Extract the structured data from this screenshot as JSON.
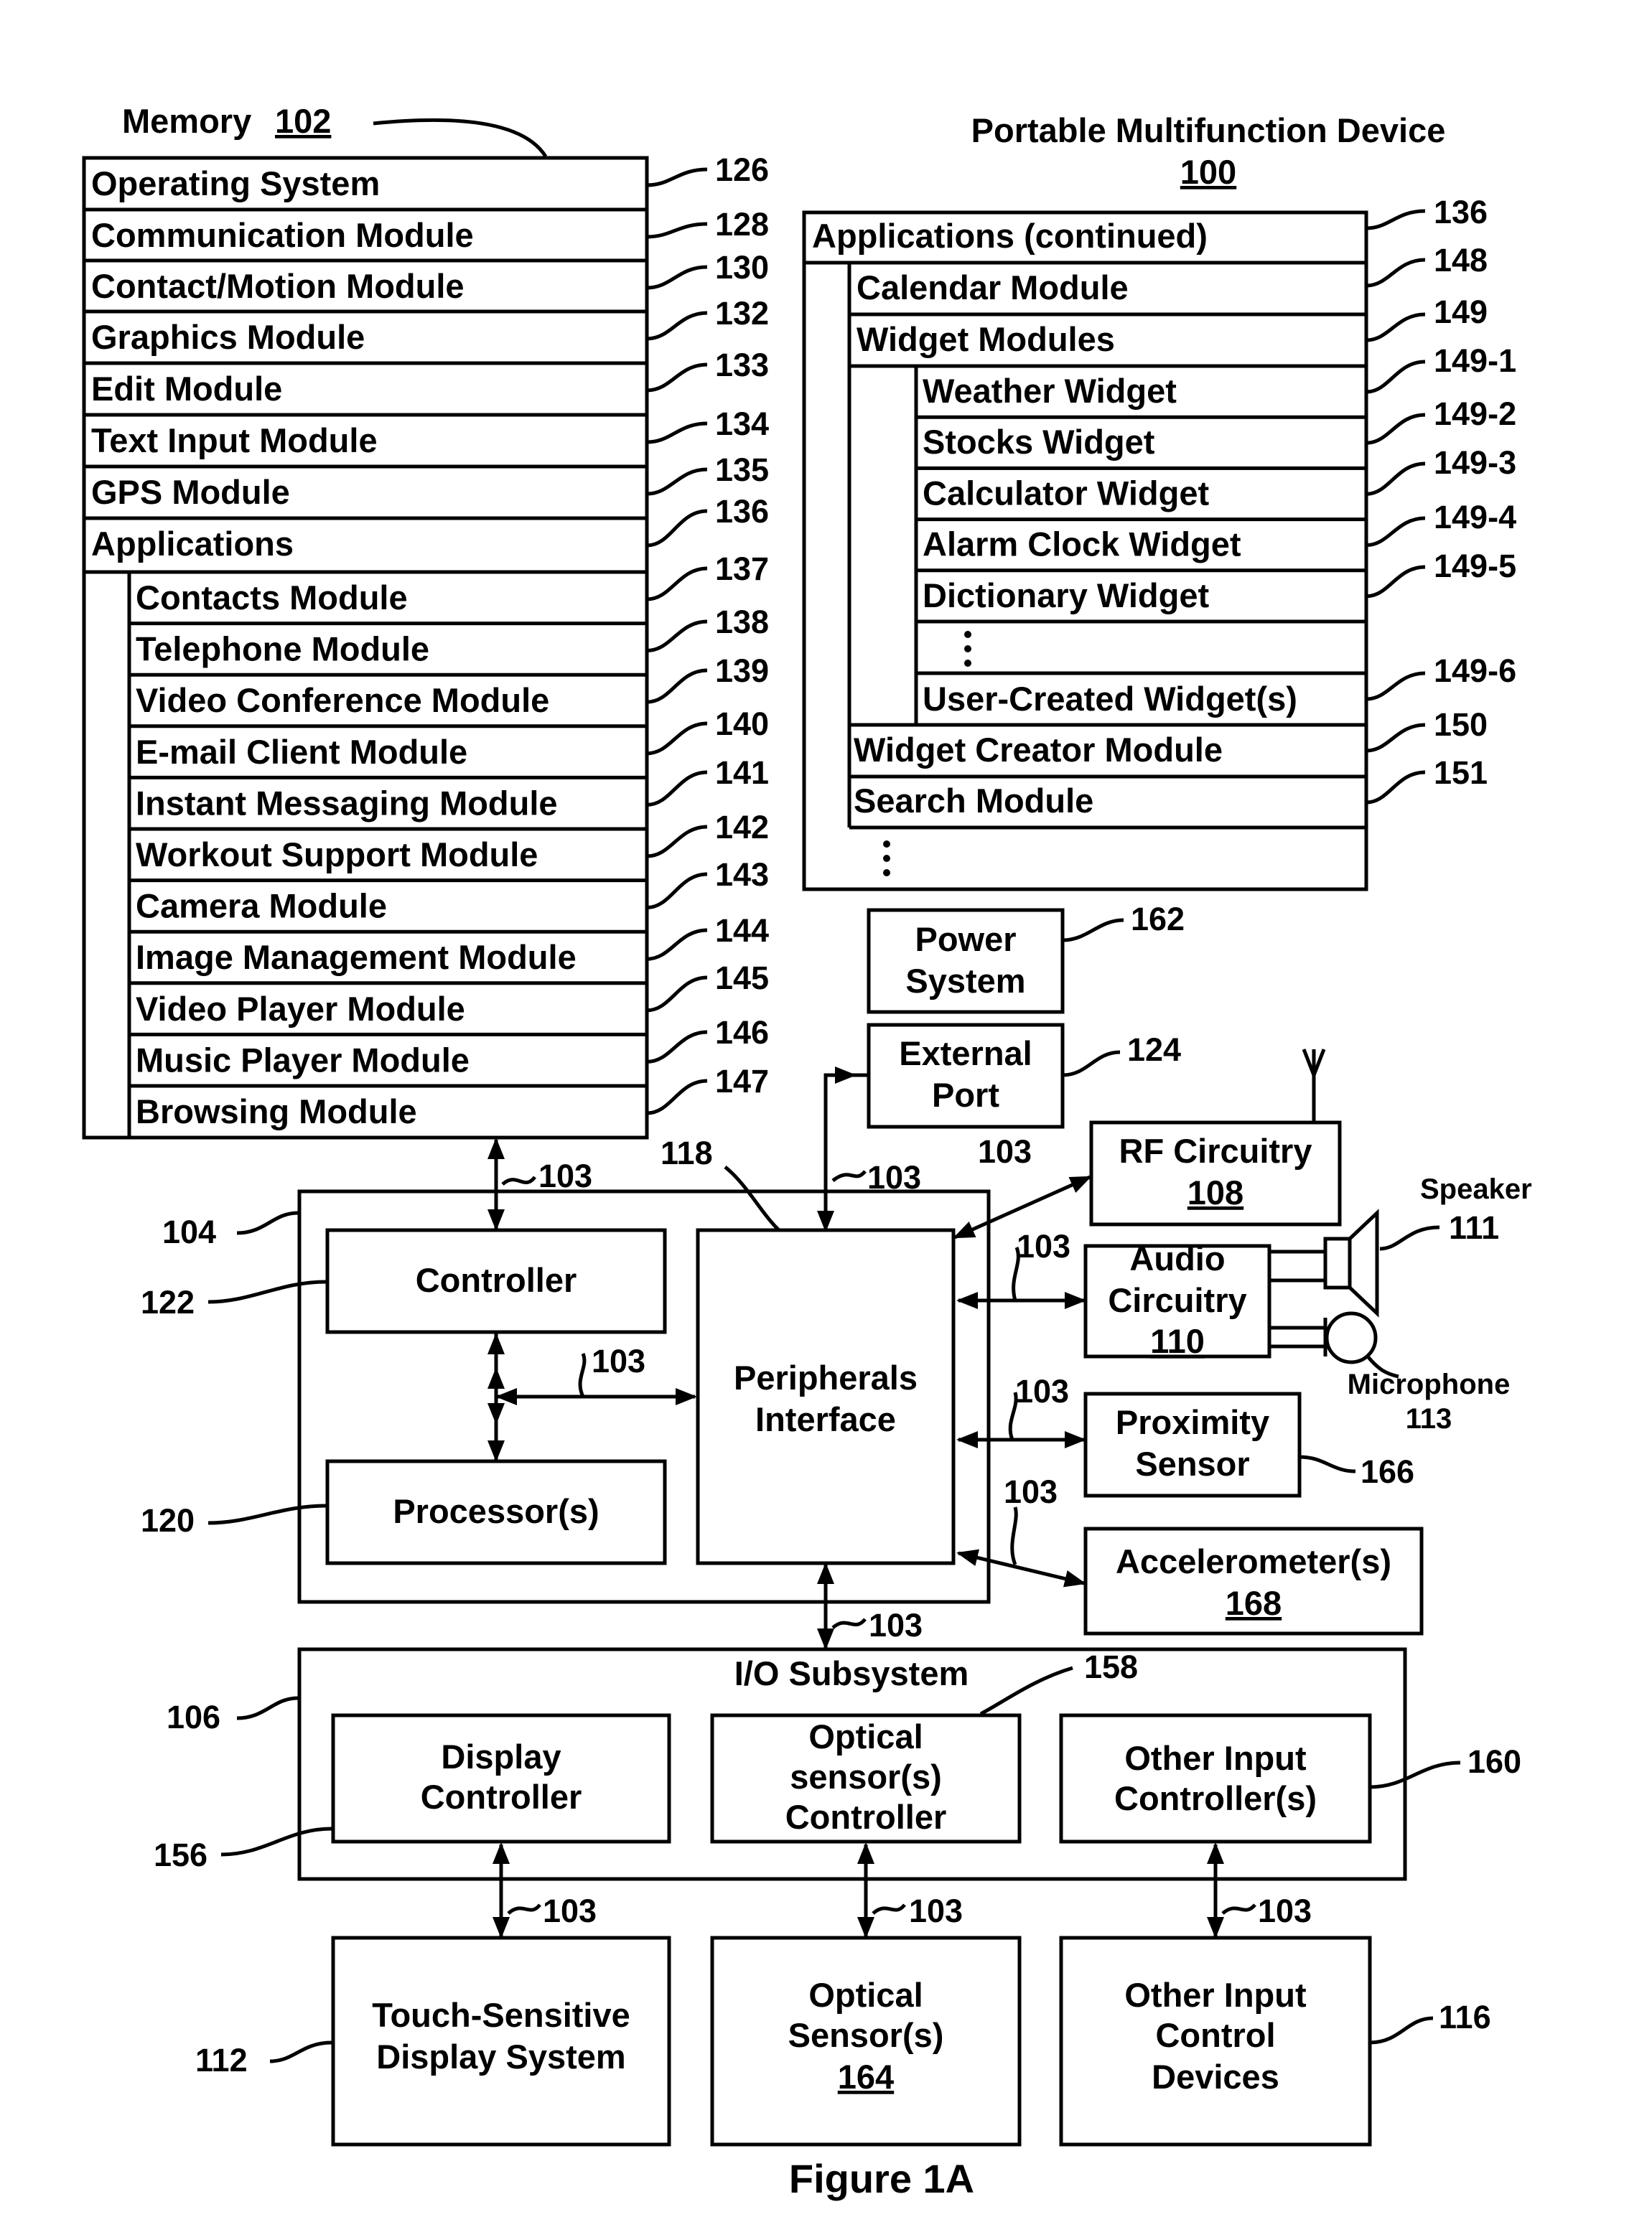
{
  "figure_title": "Figure 1A",
  "device": {
    "title": "Portable Multifunction Device",
    "ref": "100"
  },
  "memory": {
    "title": "Memory",
    "ref": "102",
    "rows": [
      {
        "label": "Operating System",
        "ref": "126"
      },
      {
        "label": "Communication Module",
        "ref": "128"
      },
      {
        "label": "Contact/Motion Module",
        "ref": "130"
      },
      {
        "label": "Graphics Module",
        "ref": "132"
      },
      {
        "label": "Edit Module",
        "ref": "133"
      },
      {
        "label": "Text Input Module",
        "ref": "134"
      },
      {
        "label": "GPS Module",
        "ref": "135"
      },
      {
        "label": "Applications",
        "ref": "136"
      }
    ],
    "apps": [
      {
        "label": "Contacts Module",
        "ref": "137"
      },
      {
        "label": "Telephone Module",
        "ref": "138"
      },
      {
        "label": "Video Conference Module",
        "ref": "139"
      },
      {
        "label": "E-mail Client Module",
        "ref": "140"
      },
      {
        "label": "Instant Messaging Module",
        "ref": "141"
      },
      {
        "label": "Workout Support Module",
        "ref": "142"
      },
      {
        "label": "Camera Module",
        "ref": "143"
      },
      {
        "label": "Image Management Module",
        "ref": "144"
      },
      {
        "label": "Video Player Module",
        "ref": "145"
      },
      {
        "label": "Music Player Module",
        "ref": "146"
      },
      {
        "label": "Browsing Module",
        "ref": "147"
      }
    ]
  },
  "apps_continued": {
    "title": "Applications (continued)",
    "ref": "136",
    "calendar": {
      "label": "Calendar Module",
      "ref": "148"
    },
    "widget_modules": {
      "label": "Widget Modules",
      "ref": "149"
    },
    "widgets": [
      {
        "label": "Weather Widget",
        "ref": "149-1"
      },
      {
        "label": "Stocks Widget",
        "ref": "149-2"
      },
      {
        "label": "Calculator Widget",
        "ref": "149-3"
      },
      {
        "label": "Alarm Clock Widget",
        "ref": "149-4"
      },
      {
        "label": "Dictionary Widget",
        "ref": "149-5"
      },
      {
        "label": "User-Created Widget(s)",
        "ref": "149-6"
      }
    ],
    "widget_creator": {
      "label": "Widget Creator Module",
      "ref": "150"
    },
    "search": {
      "label": "Search Module",
      "ref": "151"
    }
  },
  "power": {
    "line1": "Power",
    "line2": "System",
    "ref": "162"
  },
  "external_port": {
    "line1": "External",
    "line2": "Port",
    "ref": "124"
  },
  "rf": {
    "line1": "RF Circuitry",
    "ref": "108"
  },
  "audio": {
    "line1": "Audio",
    "line2": "Circuitry",
    "ref": "110"
  },
  "speaker": {
    "label": "Speaker",
    "ref": "111"
  },
  "microphone": {
    "label": "Microphone",
    "ref": "113"
  },
  "proximity": {
    "line1": "Proximity",
    "line2": "Sensor",
    "ref": "166"
  },
  "accelerometer": {
    "line1": "Accelerometer(s)",
    "ref": "168"
  },
  "chip": {
    "ref": "104"
  },
  "controller": {
    "label": "Controller",
    "ref": "122"
  },
  "processor": {
    "label": "Processor(s)",
    "ref": "120"
  },
  "peripherals": {
    "line1": "Peripherals",
    "line2": "Interface",
    "ref": "118"
  },
  "bus_ref": "103",
  "io": {
    "title": "I/O Subsystem",
    "ref": "106"
  },
  "display_controller": {
    "line1": "Display",
    "line2": "Controller",
    "ref": "156"
  },
  "optical_controller": {
    "line1": "Optical",
    "line2": "sensor(s)",
    "line3": "Controller",
    "ref": "158"
  },
  "other_input_controller": {
    "line1": "Other Input",
    "line2": "Controller(s)",
    "ref": "160"
  },
  "touch_display": {
    "line1": "Touch-Sensitive",
    "line2": "Display System",
    "ref": "112"
  },
  "optical_sensor": {
    "line1": "Optical",
    "line2": "Sensor(s)",
    "ref": "164"
  },
  "other_input_devices": {
    "line1": "Other Input",
    "line2": "Control",
    "line3": "Devices",
    "ref": "116"
  }
}
